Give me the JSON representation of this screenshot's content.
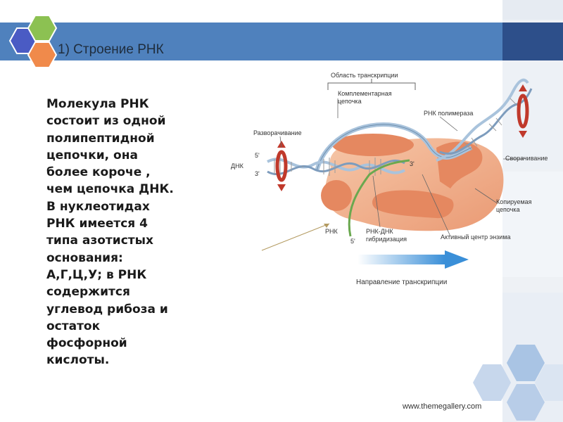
{
  "slide": {
    "title": "1) Строение РНК",
    "body_lines": [
      "Молекула РНК",
      " состоит из одной",
      " полипептидной",
      " цепочки, она",
      " более короче ,",
      " чем цепочка ДНК.",
      " В нуклеотидах",
      " РНК  имеется  4",
      " типа азотистых",
      " основания:",
      " А,Г,Ц,У; в РНК",
      " содержится",
      " углевод рибоза и",
      " остаток",
      " фосфорной",
      " кислоты."
    ],
    "footer_url": "www.themegallery.com"
  },
  "diagram": {
    "labels": {
      "transcription_area": "Область транскрипции",
      "complementary_chain": "Комплементарная\nцепочка",
      "rna_polymerase": "РНК полимераза",
      "unwinding": "Разворачивание",
      "rewinding": "Сворачивание",
      "dna": "ДНК",
      "five_prime": "5'",
      "three_prime": "3'",
      "template_chain": "Копируемая\nцепочка",
      "rna": "РНК",
      "rna_dna_hybrid": "РНК-ДНК\nгибридизация",
      "active_center": "Активный центр энзима",
      "direction": "Направление транскрипции"
    },
    "colors": {
      "enzyme": "#f0b090",
      "enzyme_dark": "#e58860",
      "dna_strand": "#a9c3dc",
      "rna": "#6aa84f",
      "arrow_red": "#c0392b",
      "direction_arrow": "#3a8fd8"
    }
  },
  "theme": {
    "title_bar": "#4f81bd",
    "hex_colors": [
      "#4a5bc4",
      "#8cc152",
      "#f08a4b"
    ],
    "deco_hex": "#a9c4e4"
  }
}
